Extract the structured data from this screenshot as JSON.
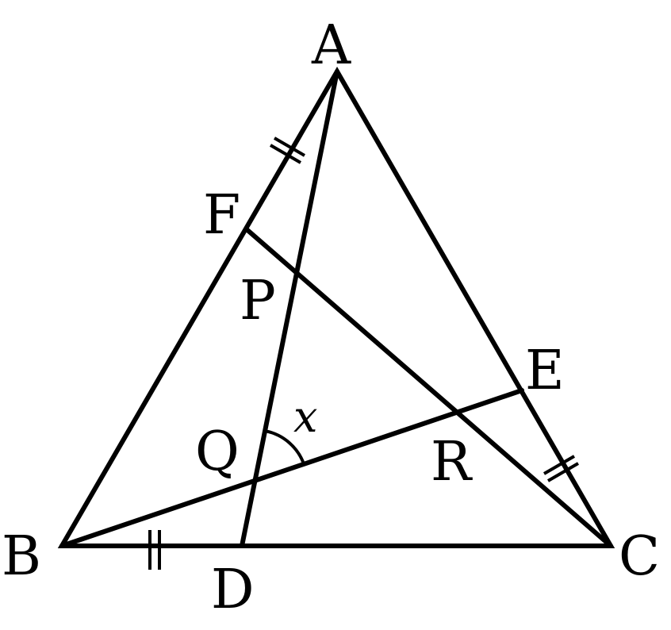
{
  "diagram": {
    "points": {
      "A": "A",
      "B": "B",
      "C": "C",
      "D": "D",
      "E": "E",
      "F": "F",
      "P": "P",
      "Q": "Q",
      "R": "R"
    },
    "angle_label": "x",
    "stroke_color": "#000000"
  }
}
